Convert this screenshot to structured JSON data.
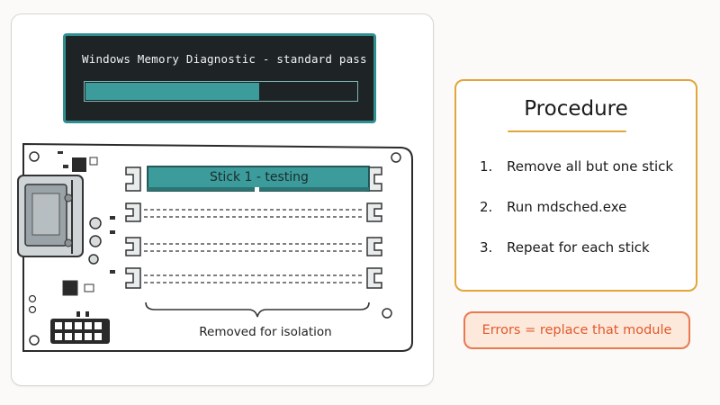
{
  "diagnostic": {
    "title": "Windows Memory Diagnostic - standard pass",
    "progress": 0.64
  },
  "motherboard": {
    "installed_stick_label": "Stick 1 - testing",
    "removed_label": "Removed for isolation",
    "slots": [
      {
        "state": "installed"
      },
      {
        "state": "empty"
      },
      {
        "state": "empty"
      },
      {
        "state": "empty"
      }
    ]
  },
  "procedure": {
    "title": "Procedure",
    "steps": [
      {
        "num": "1.",
        "text": "Remove all but one stick"
      },
      {
        "num": "2.",
        "text": "Run mdsched.exe"
      },
      {
        "num": "3.",
        "text": "Repeat for each stick"
      }
    ]
  },
  "callout": {
    "text": "Errors = replace that module"
  },
  "colors": {
    "teal": "#3c9c9c",
    "screen": "#1e2326",
    "accent_orange": "#e2a53a",
    "error_orange": "#e8794e"
  }
}
